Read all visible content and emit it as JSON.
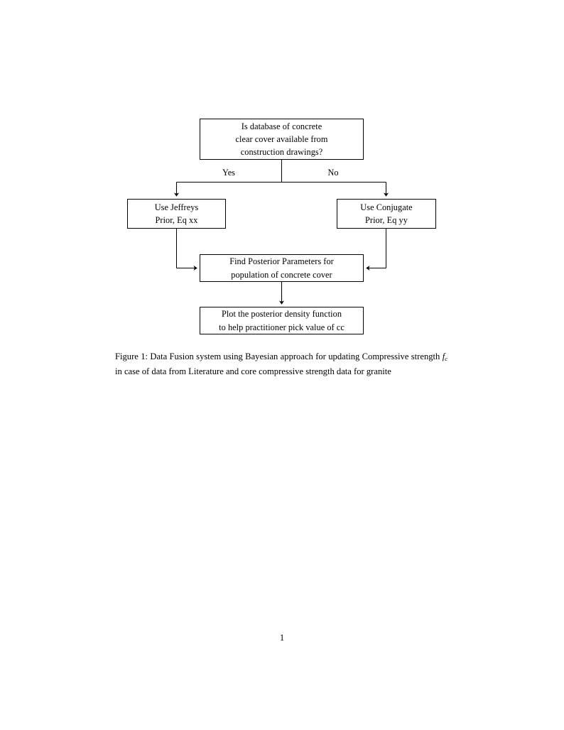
{
  "document": {
    "background_color": "#ffffff",
    "ink_color": "#000000",
    "page_number": "1"
  },
  "figure": {
    "type": "flowchart",
    "nodes": [
      {
        "id": "decision",
        "name": "decision-node",
        "shape": "rectangle",
        "lines": [
          "Is database of concrete",
          "clear cover available from",
          "construction drawings?"
        ]
      },
      {
        "id": "jeffreys",
        "name": "jeffreys-prior-node",
        "shape": "rectangle",
        "lines": [
          "Use Jeffreys",
          "Prior, Eq xx"
        ]
      },
      {
        "id": "conjugate",
        "name": "conjugate-prior-node",
        "shape": "rectangle",
        "lines": [
          "Use Conjugate",
          "Prior, Eq yy"
        ]
      },
      {
        "id": "posterior",
        "name": "posterior-parameters-node",
        "shape": "rectangle",
        "lines": [
          "Find Posterior Parameters for",
          "population of concrete cover"
        ]
      },
      {
        "id": "plot",
        "name": "plot-density-node",
        "shape": "rectangle",
        "lines": [
          "Plot the posterior density function",
          "to help practitioner pick value of cc"
        ]
      }
    ],
    "edge_labels": {
      "yes": "Yes",
      "no": "No"
    },
    "edges": [
      {
        "from": "decision",
        "to": "jeffreys",
        "label": "Yes"
      },
      {
        "from": "decision",
        "to": "conjugate",
        "label": "No"
      },
      {
        "from": "jeffreys",
        "to": "posterior",
        "label": ""
      },
      {
        "from": "conjugate",
        "to": "posterior",
        "label": ""
      },
      {
        "from": "posterior",
        "to": "plot",
        "label": ""
      }
    ]
  },
  "caption": {
    "label": "Figure 1:",
    "part1": " Data Fusion system using Bayesian approach for updating Compressive strength ",
    "symbol_base": "f",
    "symbol_sub": "c",
    "part2": " in case of data from Literature and core compressive strength data for granite"
  }
}
